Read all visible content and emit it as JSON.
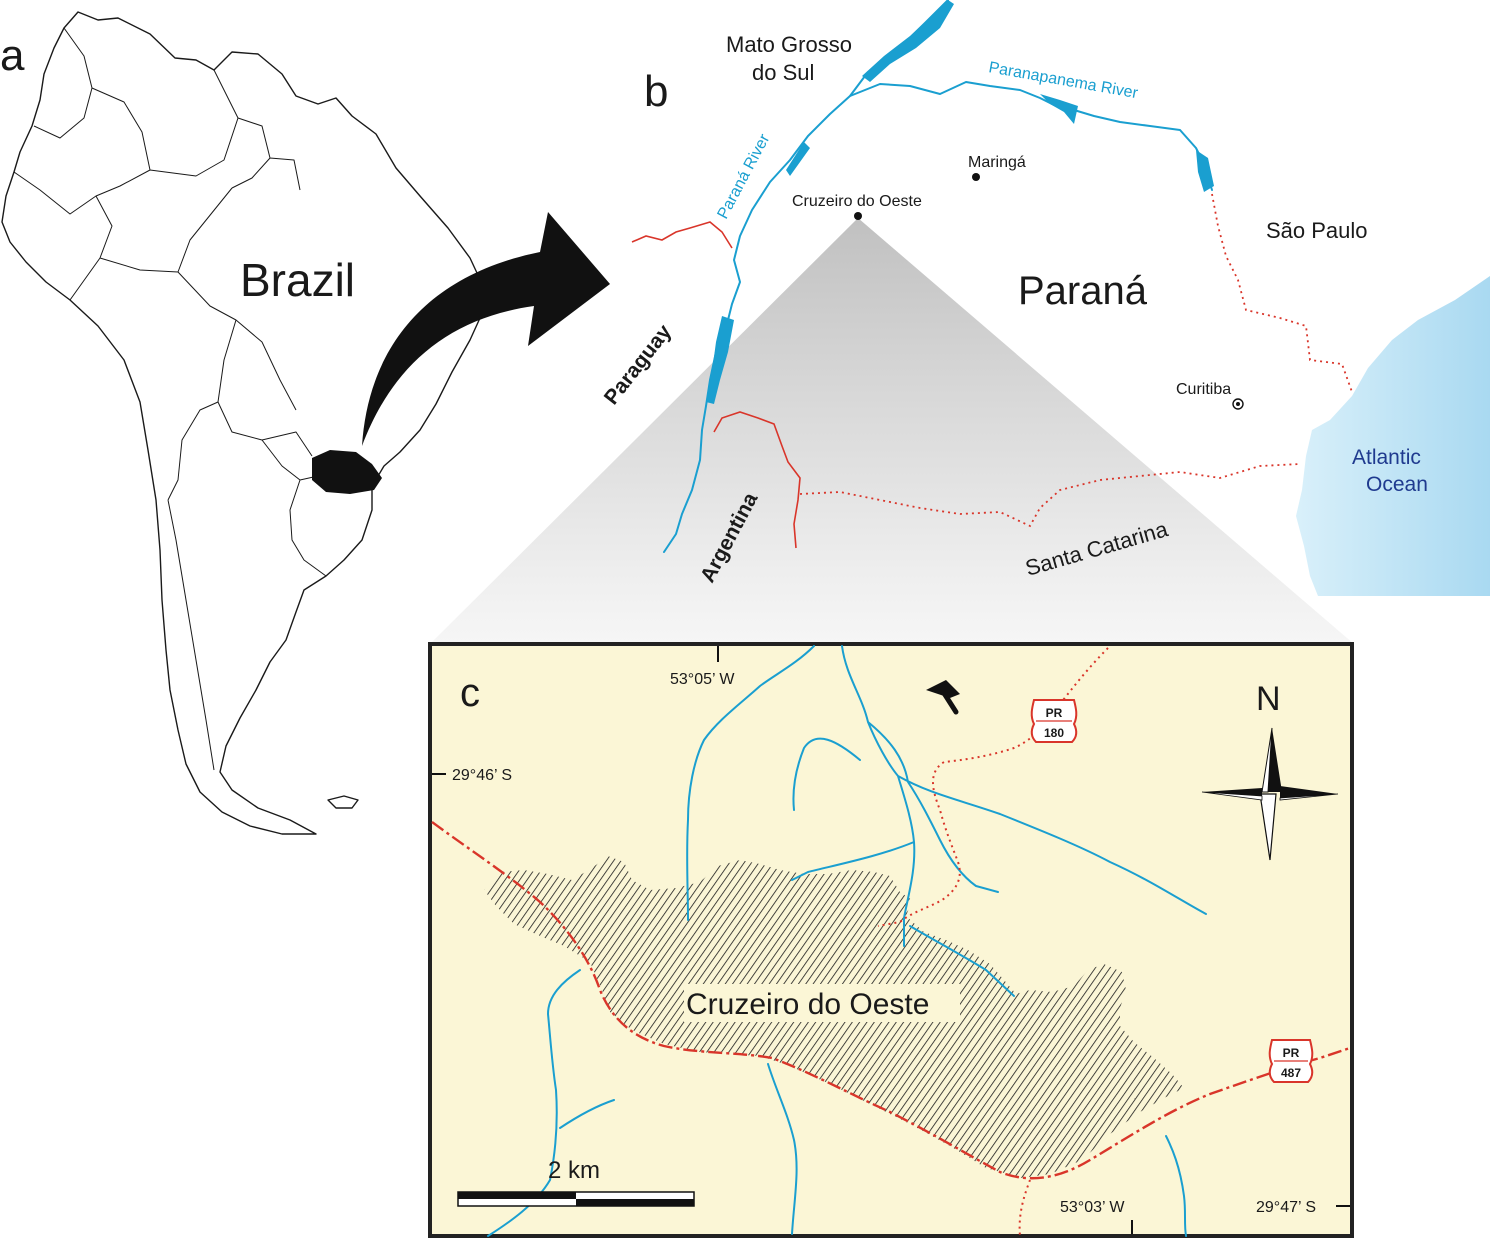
{
  "panels": {
    "a": {
      "label": "a",
      "country_label": "Brazil",
      "highlight_color": "#111111"
    },
    "b": {
      "label": "b",
      "places": {
        "mato_grosso_line1": "Mato Grosso",
        "mato_grosso_line2": "do Sul",
        "sao_paulo": "São Paulo",
        "parana": "Paraná",
        "paraguay": "Paraguay",
        "argentina": "Argentina",
        "santa_catarina": "Santa Catarina",
        "ocean_line1": "Atlantic",
        "ocean_line2": "Ocean"
      },
      "rivers": {
        "parana_river": "Paraná River",
        "paranapanema_river": "Paranapanema River"
      },
      "cities": {
        "maringa": "Maringá",
        "cruzeiro": "Cruzeiro do Oeste",
        "curitiba": "Curitiba"
      },
      "colors": {
        "river": "#1a9fd0",
        "border": "#d9352a",
        "ocean": "#bfe3f4",
        "ocean_text": "#1f3a8f"
      }
    },
    "c": {
      "label": "c",
      "town_label": "Cruzeiro do Oeste",
      "north_label": "N",
      "coords": {
        "top_lon": "53°05’ W",
        "left_lat": "29°46’ S",
        "bottom_lon": "53°03’ W",
        "right_lat": "29°47’ S"
      },
      "roads": [
        {
          "prefix": "PR",
          "number": "180"
        },
        {
          "prefix": "PR",
          "number": "487"
        }
      ],
      "scale": {
        "label": "2 km"
      },
      "colors": {
        "background": "#fbf6d6",
        "river": "#1a9fd0",
        "road": "#d9352a"
      }
    }
  }
}
